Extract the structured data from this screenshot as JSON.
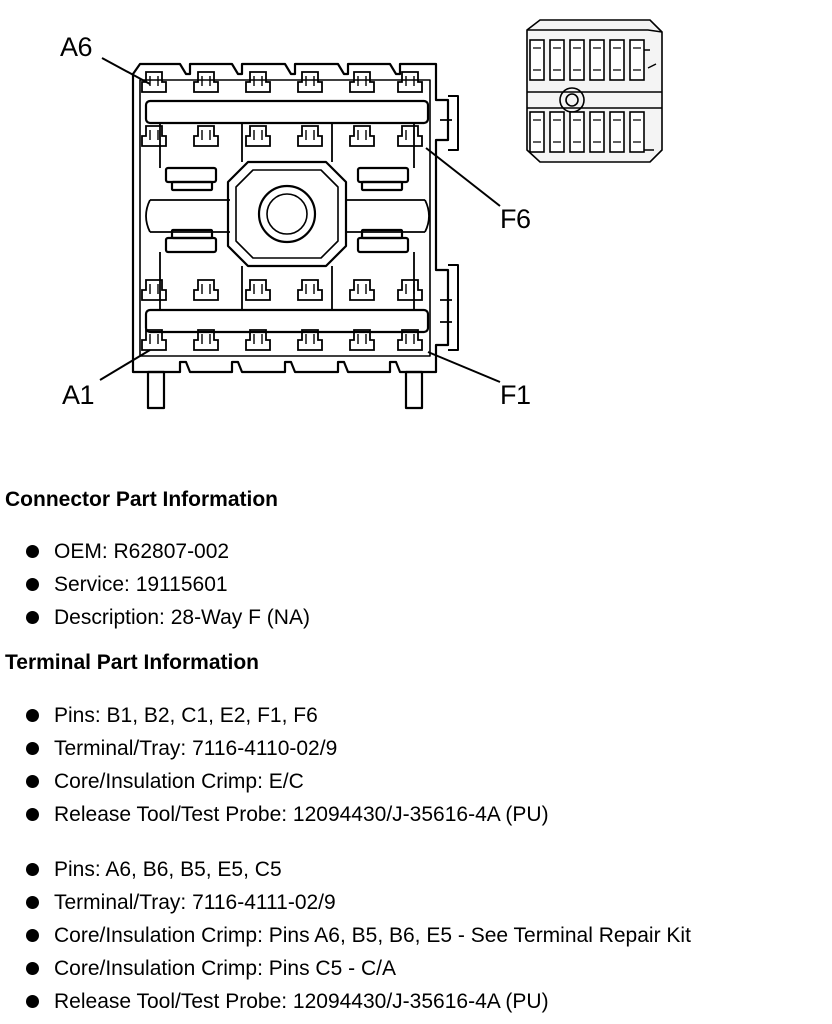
{
  "diagram": {
    "callouts": {
      "a6": "A6",
      "a1": "A1",
      "f6": "F6",
      "f1": "F1"
    }
  },
  "connector": {
    "title": "Connector Part Information",
    "items": [
      "OEM: R62807-002",
      "Service: 19115601",
      "Description: 28-Way F (NA)"
    ]
  },
  "terminal": {
    "title": "Terminal Part Information",
    "group1": [
      "Pins: B1, B2, C1, E2, F1, F6",
      "Terminal/Tray: 7116-4110-02/9",
      "Core/Insulation Crimp: E/C",
      "Release Tool/Test Probe: 12094430/J-35616-4A (PU)"
    ],
    "group2": [
      "Pins: A6, B6, B5, E5, C5",
      "Terminal/Tray: 7116-4111-02/9",
      "Core/Insulation Crimp: Pins A6, B5, B6, E5 - See Terminal Repair Kit",
      "Core/Insulation Crimp: Pins C5 - C/A",
      "Release Tool/Test Probe: 12094430/J-35616-4A (PU)"
    ]
  }
}
